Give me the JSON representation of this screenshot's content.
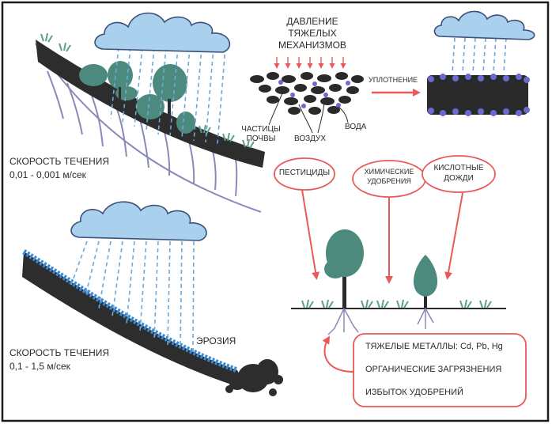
{
  "colors": {
    "frame": "#1a1a1a",
    "cloud_fill": "#a9d0ec",
    "cloud_stroke": "#3b4f7a",
    "rain": "#6fa9d8",
    "soil": "#2d2d2d",
    "roots": "#8a8ab8",
    "tree": "#4d8a7e",
    "grass": "#5f9e8e",
    "water_blue": "#3a8ad6",
    "arrow": "#e85a5a",
    "particle_dark": "#2a2a2a",
    "particle_blue": "#6a6acc"
  },
  "labels": {
    "flow_speed_top": "СКОРОСТЬ ТЕЧЕНИЯ",
    "flow_value_top": "0,01 - 0,001 м/сек",
    "flow_speed_bottom": "СКОРОСТЬ ТЕЧЕНИЯ",
    "flow_value_bottom": "0,1 - 1,5 м/сек",
    "erosion": "ЭРОЗИЯ",
    "pressure_line1": "ДАВЛЕНИЕ",
    "pressure_line2": "ТЯЖЕЛЫХ",
    "pressure_line3": "МЕХАНИЗМОВ",
    "compaction": "УПЛОТНЕНИЕ",
    "soil_particles_line1": "ЧАСТИЦЫ",
    "soil_particles_line2": "ПОЧВЫ",
    "air": "ВОЗДУХ",
    "water": "ВОДА",
    "pesticides": "ПЕСТИЦИДЫ",
    "fertilizers_line1": "ХИМИЧЕСКИЕ",
    "fertilizers_line2": "УДОБРЕНИЯ",
    "acid_line1": "КИСЛОТНЫЕ",
    "acid_line2": "ДОЖДИ",
    "heavy_metals": "ТЯЖЕЛЫЕ МЕТАЛЛЫ: Cd, Pb, Hg",
    "organic_pollution": "ОРГАНИЧЕСКИЕ ЗАГРЯЗНЕНИЯ",
    "excess_fertilizer": "ИЗБЫТОК УДОБРЕНИЙ"
  }
}
